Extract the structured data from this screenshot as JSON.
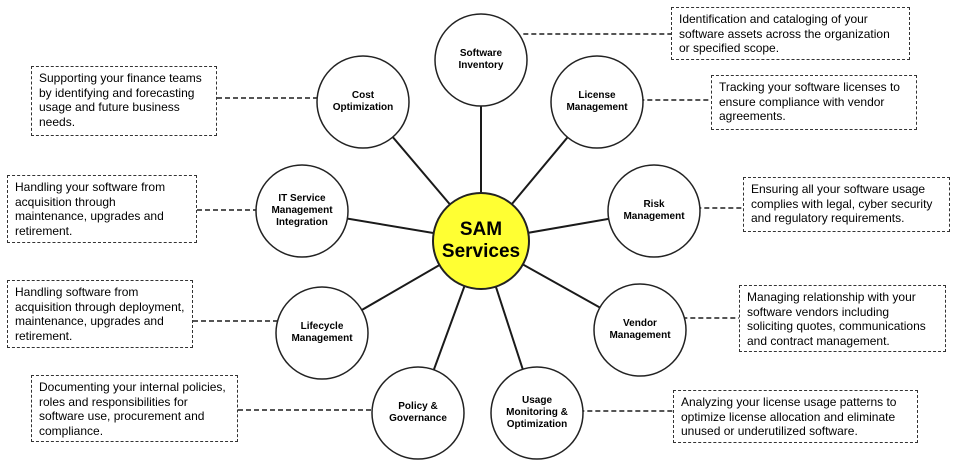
{
  "center": {
    "label": "SAM\nServices",
    "fill": "#ffff33",
    "stroke": "#222222"
  },
  "services": [
    {
      "id": "software-inventory",
      "label": "Software\nInventory",
      "description": "Identification and cataloging of your software assets across the organization or specified scope."
    },
    {
      "id": "license-management",
      "label": "License\nManagement",
      "description": "Tracking your software licenses to ensure compliance with vendor agreements."
    },
    {
      "id": "risk-management",
      "label": "Risk\nManagement",
      "description": "Ensuring all your software usage complies with legal, cyber security and regulatory requirements."
    },
    {
      "id": "vendor-management",
      "label": "Vendor\nManagement",
      "description": "Managing relationship with your software vendors including soliciting quotes, communications and contract management."
    },
    {
      "id": "usage-monitoring-optimization",
      "label": "Usage\nMonitoring &\nOptimization",
      "description": "Analyzing your license usage patterns to optimize license allocation and eliminate unused or underutilized software."
    },
    {
      "id": "policy-governance",
      "label": "Policy &\nGovernance",
      "description": "Documenting your internal policies, roles and responsibilities for software use, procurement and compliance."
    },
    {
      "id": "lifecycle-management",
      "label": "Lifecycle\nManagement",
      "description": "Handling software from acquisition through deployment, maintenance, upgrades and retirement."
    },
    {
      "id": "it-service-management-integration",
      "label": "IT Service\nManagement\nIntegration",
      "description": "Handling your software from acquisition through maintenance, upgrades and retirement."
    },
    {
      "id": "cost-optimization",
      "label": "Cost\nOptimization",
      "description": "Supporting your finance teams by identifying and forecasting usage and future business needs."
    }
  ],
  "colors": {
    "line": "#1a1a1a",
    "node_fill": "#ffffff",
    "box_border": "#333333"
  }
}
